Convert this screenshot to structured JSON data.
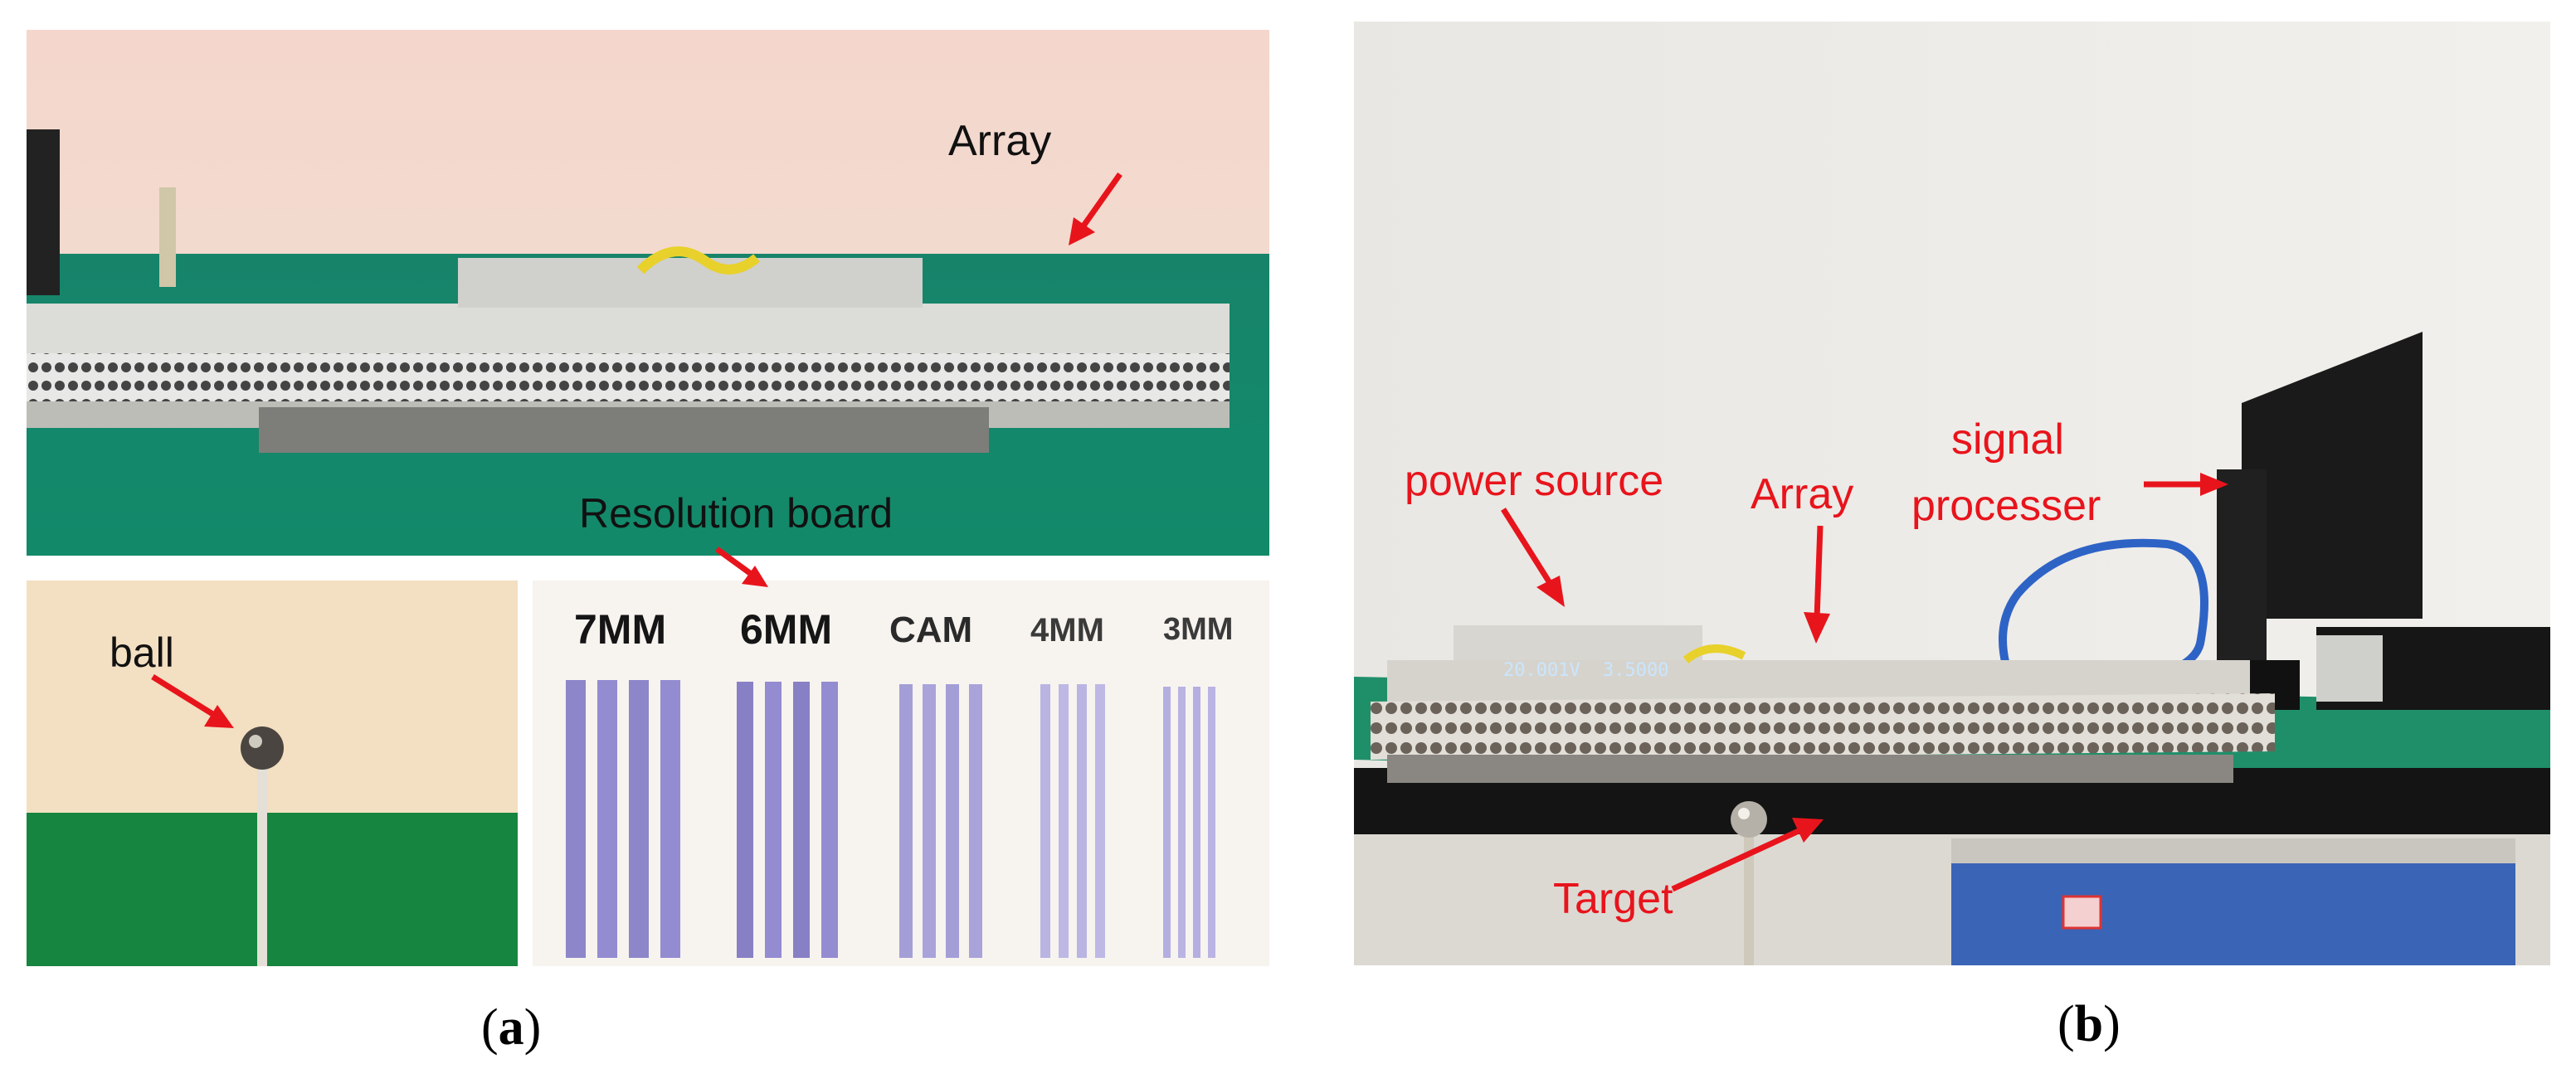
{
  "panel_a": {
    "caption_letter": "a",
    "labels": {
      "array": "Array",
      "resolution_board": "Resolution board",
      "ball": "ball"
    },
    "board_marks": [
      "7MM",
      "6MM",
      "CAM",
      "4MM",
      "3MM"
    ]
  },
  "panel_b": {
    "caption_letter": "b",
    "labels": {
      "power_source": "power source",
      "array": "Array",
      "signal_processer_line1": "signal",
      "signal_processer_line2": "processer",
      "target": "Target"
    },
    "psu_readout": [
      "20.001V",
      "3.5000"
    ]
  },
  "colors": {
    "annotation_red": "#e8141c",
    "bench_green": "#1f8f6a",
    "wall_beige": "#f3dac8"
  }
}
